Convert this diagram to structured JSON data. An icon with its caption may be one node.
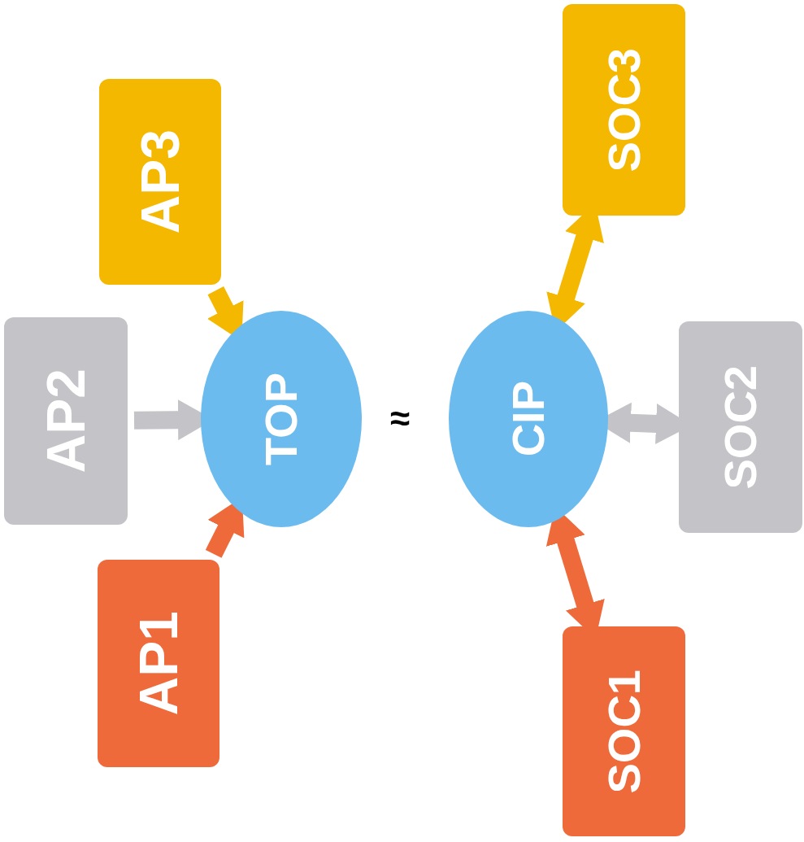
{
  "diagram": {
    "nodes": [
      {
        "text": [
          "AP3"
        ]
      },
      {
        "text": [
          "AP2"
        ]
      },
      {
        "text": [
          "AP1"
        ]
      },
      {
        "text": [
          "TOP"
        ]
      },
      {
        "text": [
          "CIP"
        ]
      },
      {
        "text": [
          "SOC3"
        ]
      },
      {
        "text": [
          "SOC2"
        ]
      },
      {
        "text": [
          "SOC1"
        ]
      }
    ],
    "edges": [
      {
        "from": 0,
        "to": 3,
        "arrow": "to",
        "color": "#f5b800"
      },
      {
        "from": 1,
        "to": 3,
        "arrow": "to",
        "color": "#c4c4c8"
      },
      {
        "from": 2,
        "to": 3,
        "arrow": "to",
        "color": "#ef6a3a"
      },
      {
        "from": 4,
        "to": 5,
        "arrow": "both",
        "color": "#f5b800"
      },
      {
        "from": 4,
        "to": 6,
        "arrow": "both",
        "color": "#c4c4c8"
      },
      {
        "from": 4,
        "to": 7,
        "arrow": "both",
        "color": "#ef6a3a"
      }
    ],
    "labels": [
      "≈"
    ]
  }
}
